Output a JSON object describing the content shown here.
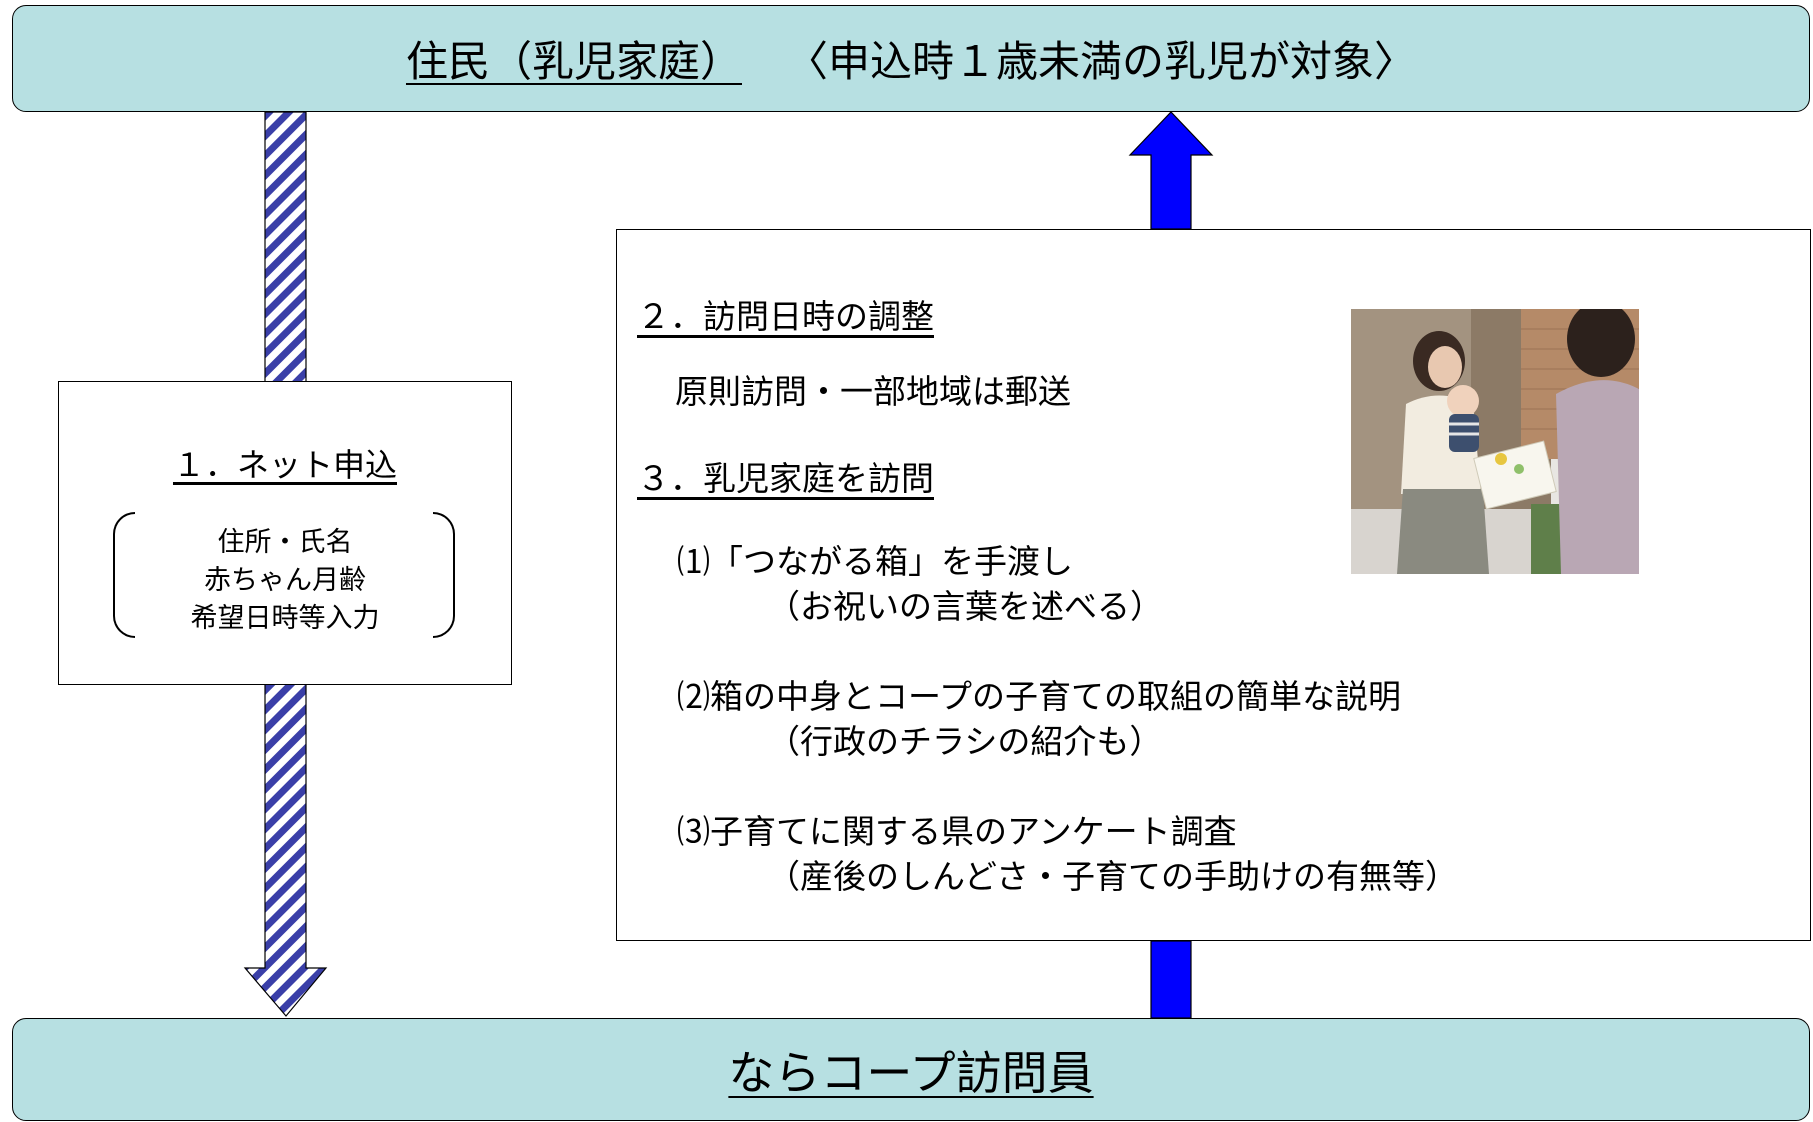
{
  "top_banner": {
    "title": "住民（乳児家庭）",
    "subtitle": "〈申込時１歳未満の乳児が対象〉"
  },
  "bottom_banner": {
    "title": "ならコープ訪問員"
  },
  "step1": {
    "title": "１．ネット申込",
    "inputs": [
      "住所・氏名",
      "赤ちゃん月齢",
      "希望日時等入力"
    ]
  },
  "step2": {
    "title": "２．訪問日時の調整",
    "note": "原則訪問・一部地域は郵送"
  },
  "step3": {
    "title": "３．乳児家庭を訪問",
    "items": [
      {
        "label": "⑴「つながる箱」を手渡し",
        "sub": "（お祝いの言葉を述べる）"
      },
      {
        "label": "⑵箱の中身とコープの子育ての取組の簡単な説明",
        "sub": "（行政のチラシの紹介も）"
      },
      {
        "label": "⑶子育てに関する県のアンケート調査",
        "sub": "（産後のしんどさ・子育ての手助けの有無等）"
      }
    ]
  },
  "colors": {
    "banner_fill": "#b7e0e2",
    "arrow_blue": "#0000ff",
    "hatch_stripe": "#3a3fa8"
  }
}
